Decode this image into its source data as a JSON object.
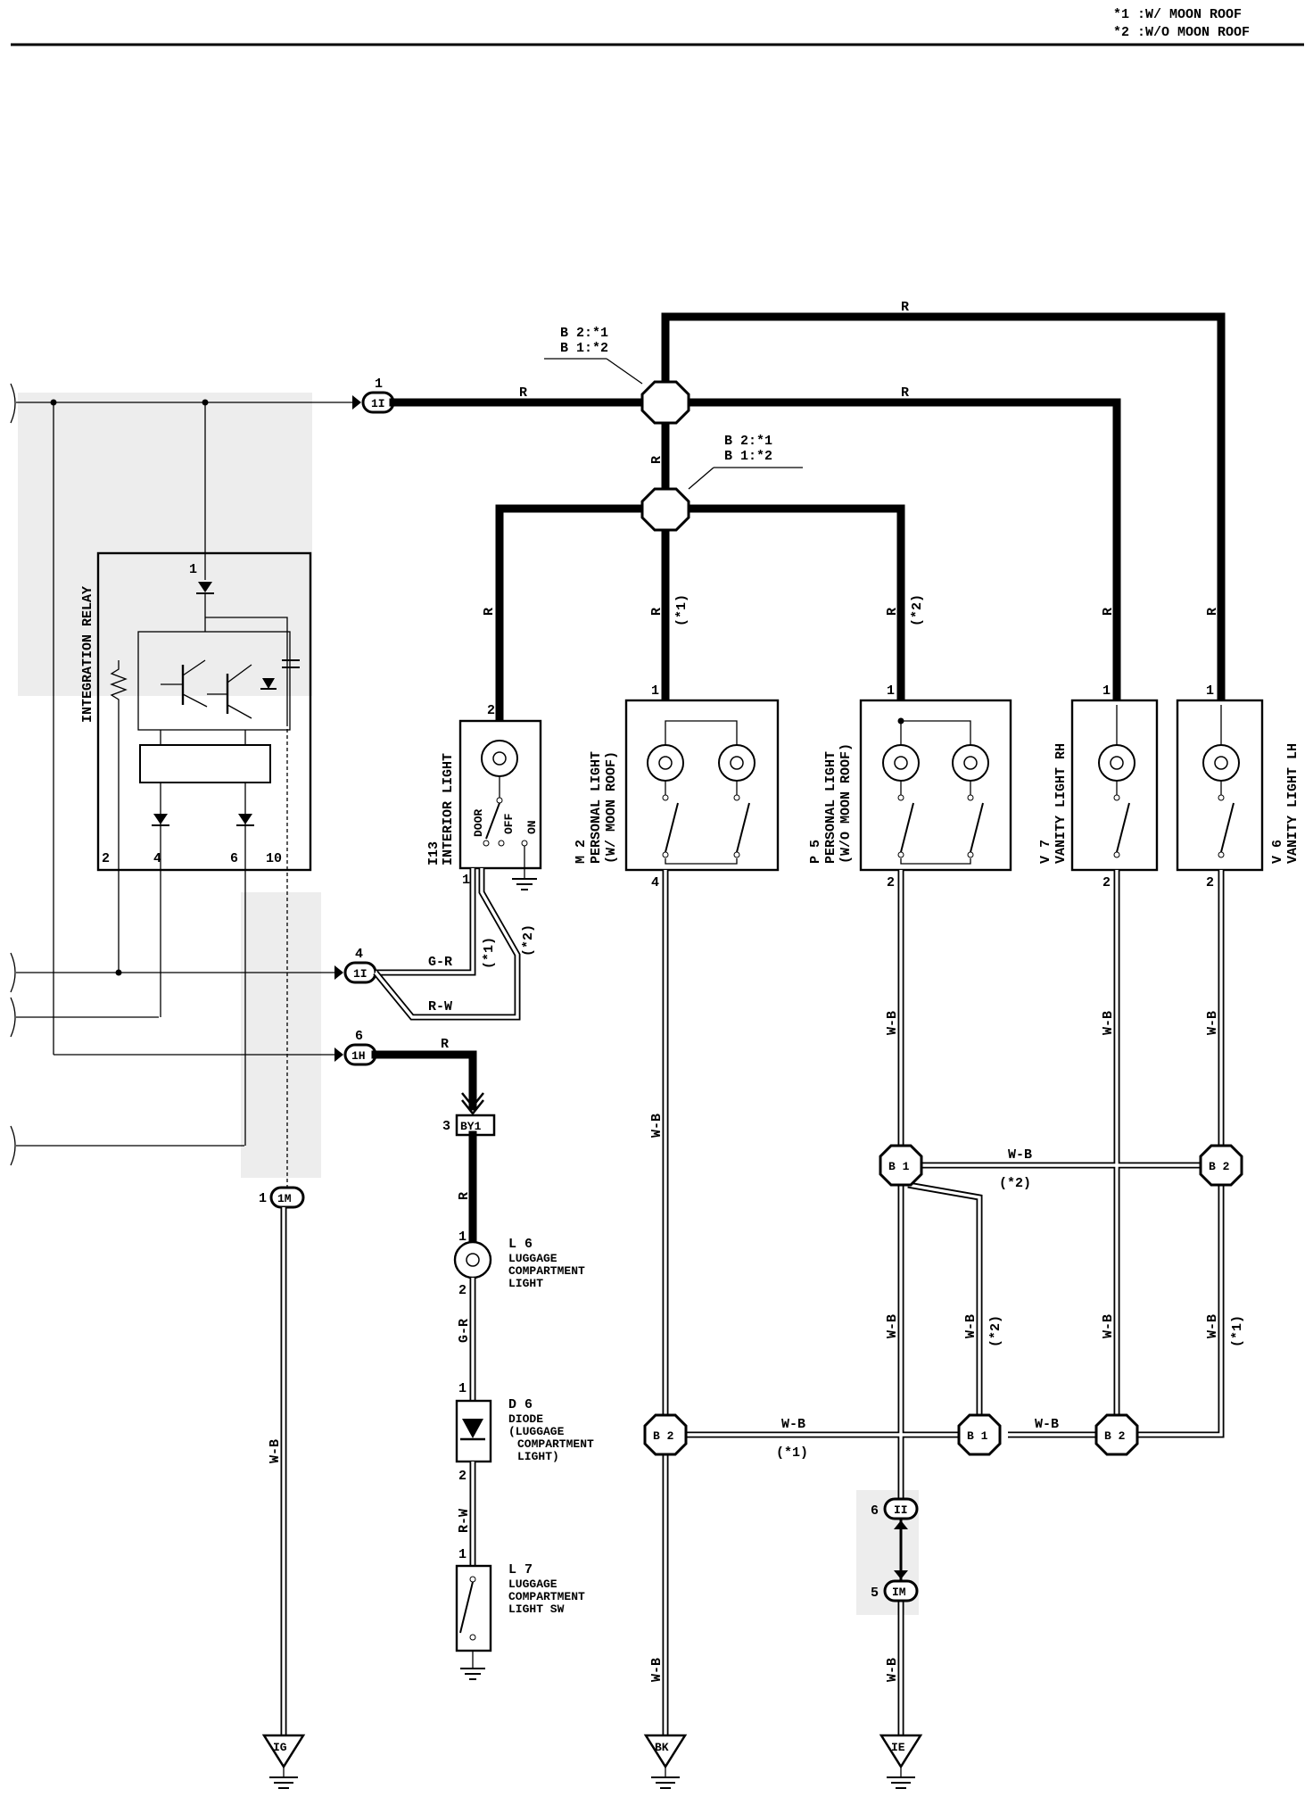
{
  "legend": {
    "note1": "*1 :W/ MOON ROOF",
    "note2": "*2 :W/O MOON ROOF"
  },
  "splices": {
    "top_j": "B 2:*1",
    "top_j2": "B 1:*2",
    "second_j": "B 2:*1",
    "second_j2": "B 1:*2"
  },
  "relay": {
    "title": "INTEGRATION RELAY",
    "pin_in": "1",
    "pins": [
      "2",
      "4",
      "6",
      "10"
    ]
  },
  "connectors": {
    "c1I": "1I",
    "c1I_pin": "1",
    "c1I_b": "1I",
    "c1I_b_pin": "4",
    "c1H": "1H",
    "c1H_pin": "6",
    "c1M": "1M",
    "c1M_pin": "1",
    "cBY1": "BY1",
    "cBY1_pin": "3",
    "cII": "II",
    "cII_pin": "6",
    "cIM": "IM",
    "cIM_pin": "5"
  },
  "components": {
    "i13": {
      "id": "I13",
      "name": "INTERIOR LIGHT",
      "door": "DOOR",
      "off": "OFF",
      "on": "ON",
      "pin_top": "2",
      "pin_bot": "1"
    },
    "m2": {
      "id": "M 2",
      "name": "PERSONAL LIGHT",
      "variant": "(W/ MOON ROOF)",
      "pin_top": "1",
      "pin_bot": "4"
    },
    "p5": {
      "id": "P 5",
      "name": "PERSONAL LIGHT",
      "variant": "(W/O MOON ROOF)",
      "pin_top": "1",
      "pin_bot": "2"
    },
    "v7": {
      "id": "V 7",
      "name": "VANITY LIGHT RH",
      "pin_top": "1",
      "pin_bot": "2"
    },
    "v6": {
      "id": "V 6",
      "name": "VANITY LIGHT LH",
      "pin_top": "1",
      "pin_bot": "2"
    },
    "l6": {
      "id": "L 6",
      "line1": "LUGGAGE",
      "line2": "COMPARTMENT",
      "line3": "LIGHT",
      "pin_top": "1",
      "pin_bot": "2"
    },
    "d6": {
      "id": "D 6",
      "line1": "DIODE",
      "line2": "(LUGGAGE",
      "line3": "COMPARTMENT",
      "line4": "LIGHT)",
      "pin_top": "1",
      "pin_bot": "2"
    },
    "l7": {
      "id": "L 7",
      "line1": "LUGGAGE",
      "line2": "COMPARTMENT",
      "line3": "LIGHT SW",
      "pin_top": "1"
    }
  },
  "wires": {
    "r": "R",
    "gr": "G-R",
    "rw": "R-W",
    "wb": "W-B",
    "s1": "(*1)",
    "s2": "(*2)"
  },
  "junctions": {
    "b1": "B 1",
    "b2": "B 2"
  },
  "grounds": {
    "ig": "IG",
    "bk": "BK",
    "ie": "IE"
  }
}
